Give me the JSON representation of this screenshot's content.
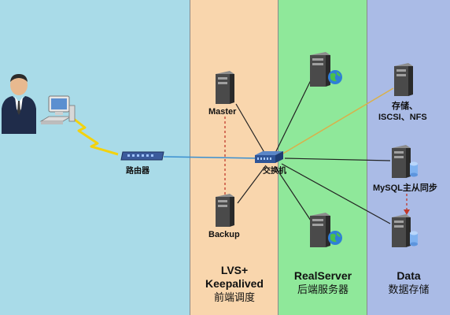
{
  "zones": [
    {
      "id": "client",
      "color": "#a9dbe8"
    },
    {
      "id": "lvs",
      "color": "#f9d6ad",
      "title_lines": [
        "LVS+",
        "Keepalived"
      ],
      "subtitle": "前端调度"
    },
    {
      "id": "realserver",
      "color": "#8fe89a",
      "title_lines": [
        "RealServer"
      ],
      "subtitle": "后端服务器"
    },
    {
      "id": "data",
      "color": "#aabbe6",
      "title_lines": [
        "Data"
      ],
      "subtitle": "数据存储"
    }
  ],
  "nodes": {
    "router": "路由器",
    "master": "Master",
    "backup": "Backup",
    "switch": "交换机",
    "storage_lines": [
      "存储、",
      "ISCSI、NFS"
    ],
    "mysql": "MySQL主从同步"
  },
  "colors": {
    "link_blue": "#3a8fd0",
    "link_gold": "#d9b04a",
    "link_black": "#222222",
    "heartbeat_red": "#c0392b",
    "lightning": "#f2d20f"
  }
}
